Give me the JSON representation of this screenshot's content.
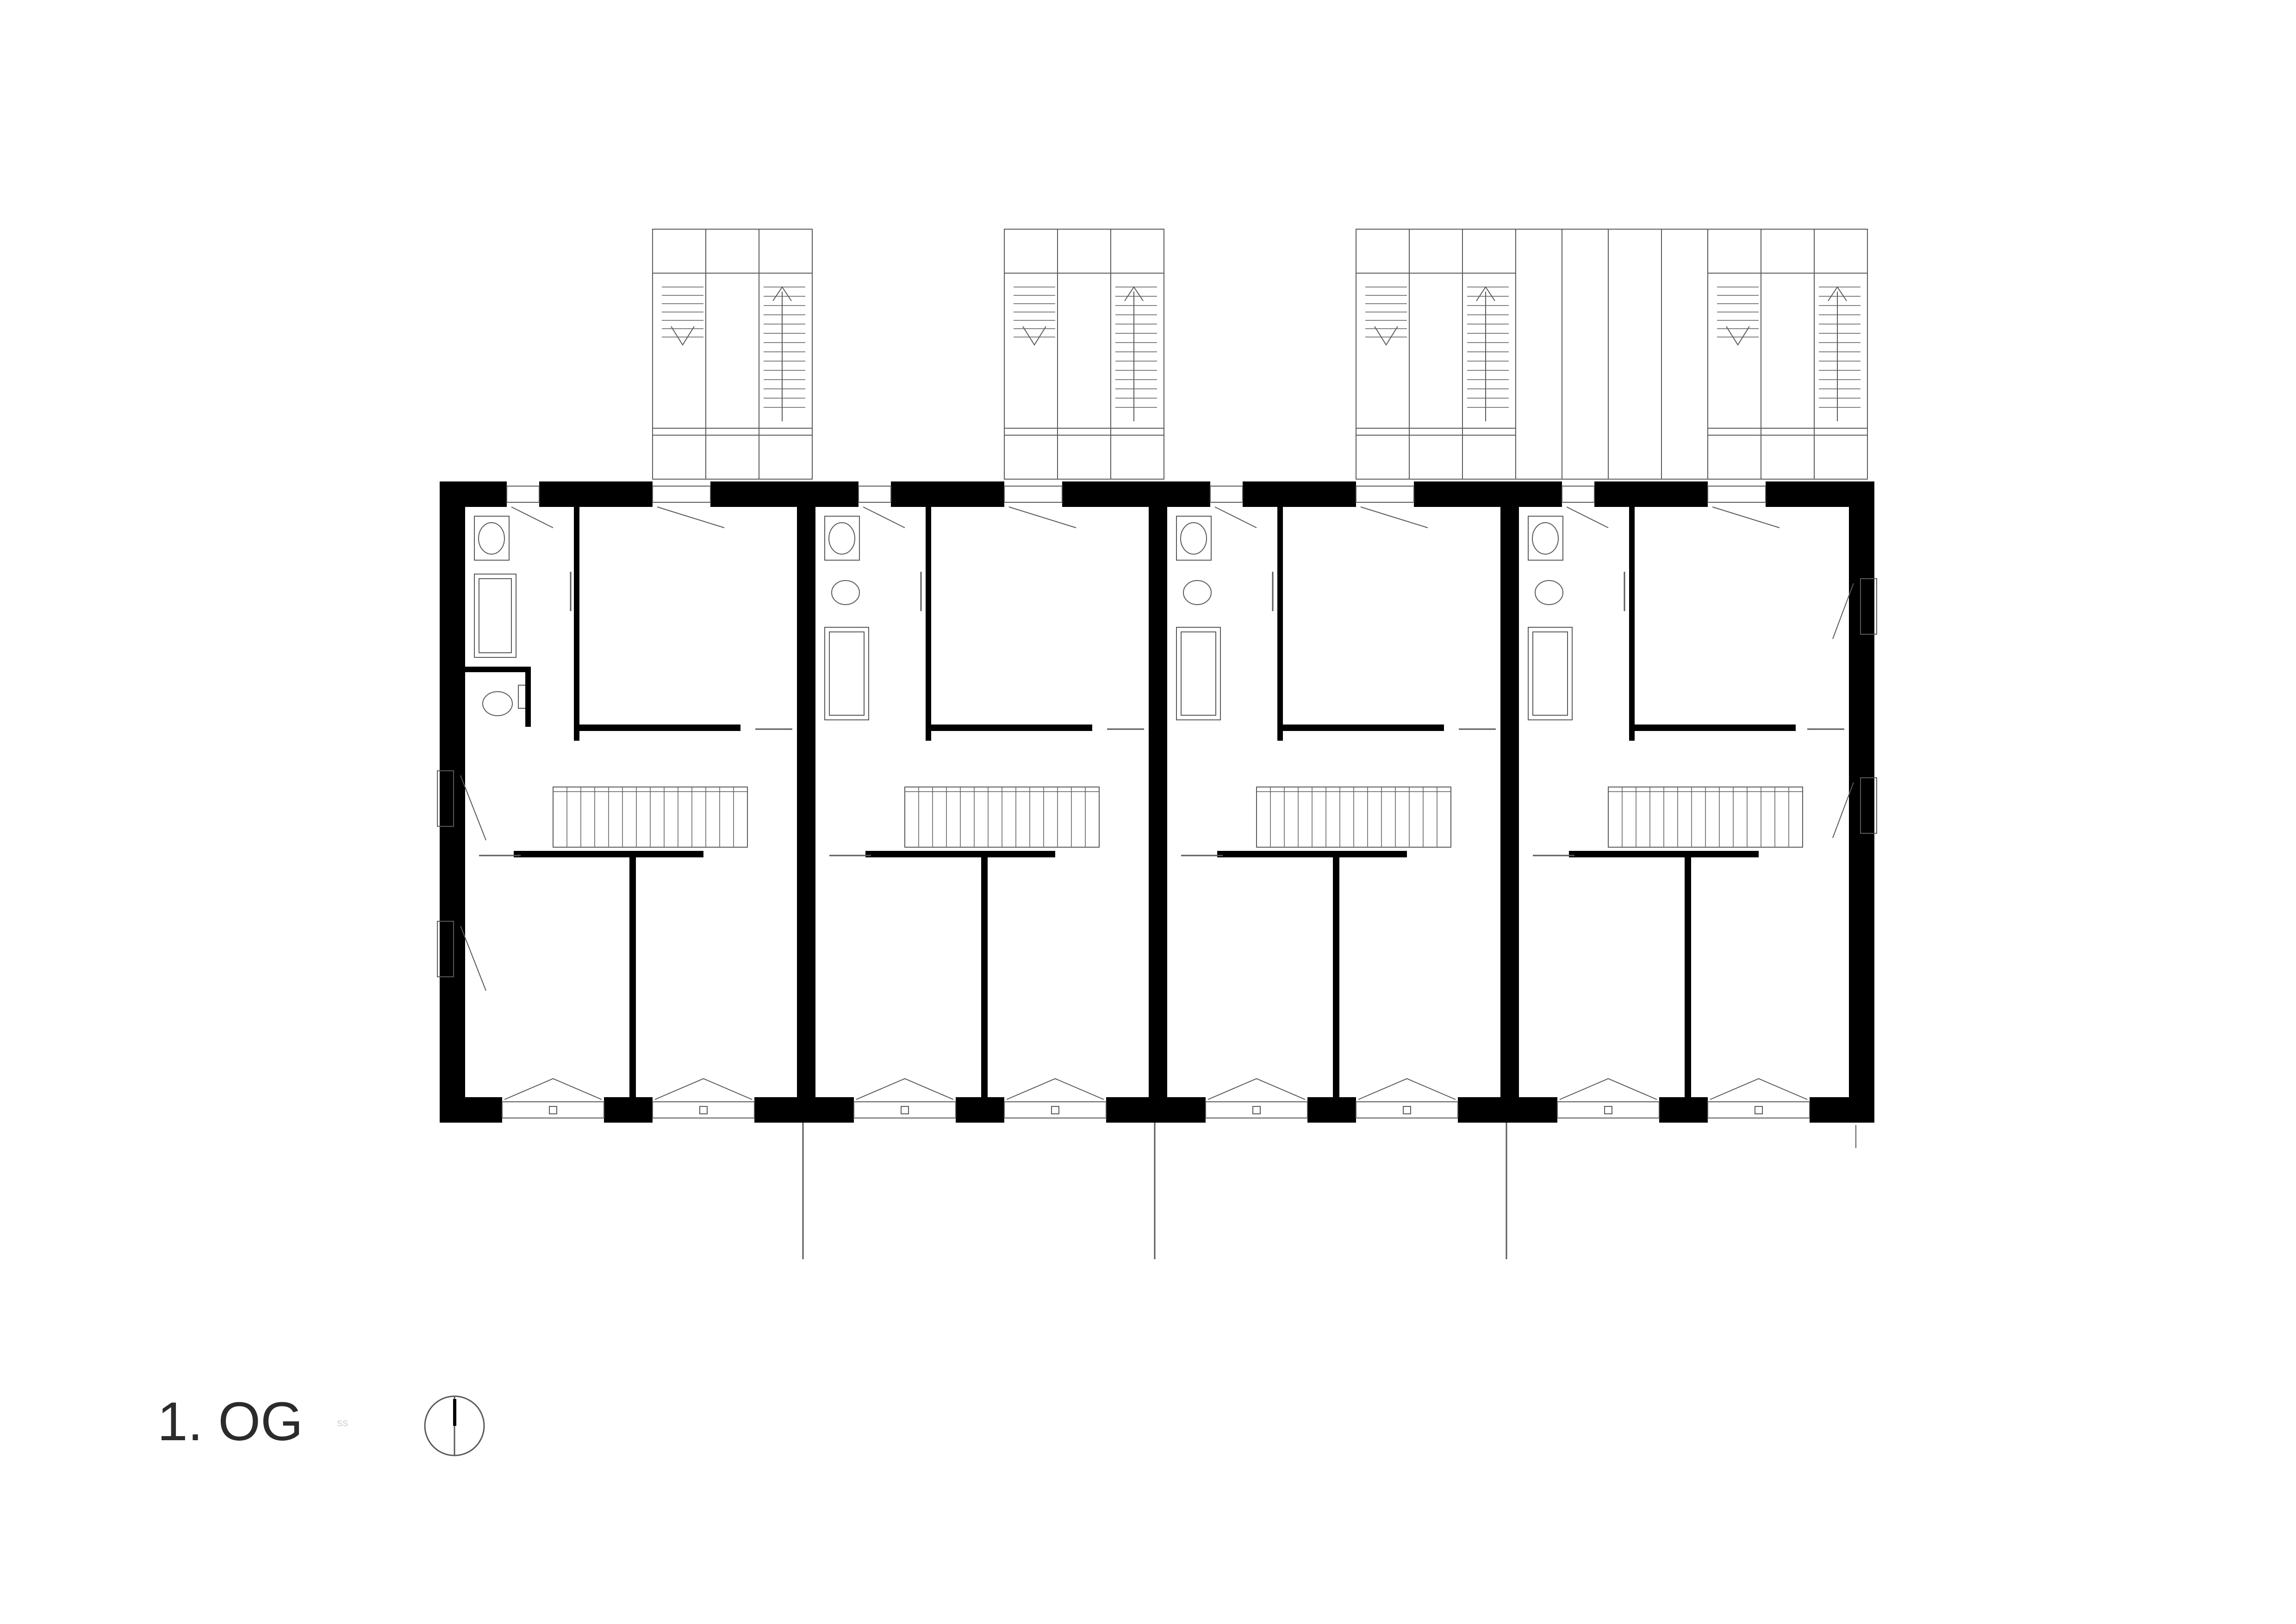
{
  "drawing": {
    "title": "1. OG",
    "scale_note": "ss",
    "north_arrow_icon": "north-arrow-icon",
    "unit_count": 4,
    "colors": {
      "wall": "#000000",
      "line": "#5a5a5a",
      "text": "#2b2b2b",
      "faint": "#d2d2d2",
      "paper": "#ffffff"
    }
  }
}
